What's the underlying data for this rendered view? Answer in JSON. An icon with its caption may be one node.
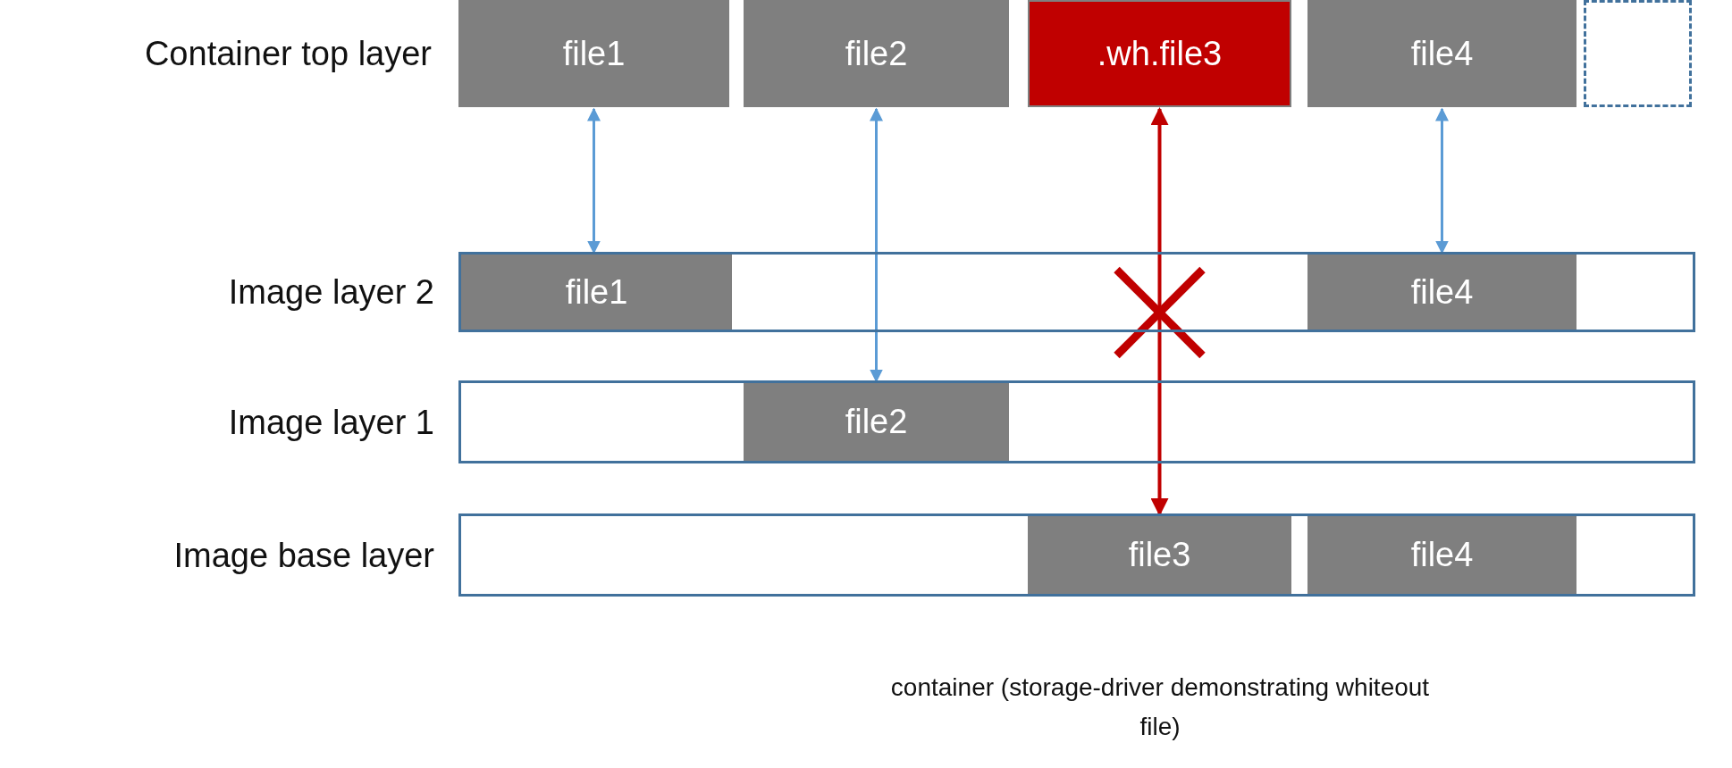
{
  "diagram": {
    "caption": "container (storage-driver demonstrating whiteout file)",
    "nodes": [
      {
        "text": [
          "Container top layer"
        ]
      },
      {
        "text": [
          "file1"
        ],
        "in": 0
      },
      {
        "text": [
          "file2"
        ],
        "in": 0
      },
      {
        "text": [
          ".wh.file3"
        ],
        "in": 0
      },
      {
        "text": [
          "file4"
        ],
        "in": 0
      },
      {
        "text": [],
        "shape": "box",
        "in": 0
      },
      {
        "text": [
          "Image layer 2"
        ]
      },
      {
        "text": [
          "file1"
        ],
        "in": 6
      },
      {
        "text": [
          "file4"
        ],
        "in": 6
      },
      {
        "text": [
          "Image layer 1"
        ]
      },
      {
        "text": [
          "file2"
        ],
        "in": 9
      },
      {
        "text": [
          "Image base layer"
        ]
      },
      {
        "text": [
          "file3"
        ],
        "in": 11
      },
      {
        "text": [
          "file4"
        ],
        "in": 11
      }
    ],
    "edges": [
      {
        "from": 1,
        "to": 7,
        "arrow": "both"
      },
      {
        "from": 2,
        "to": 10,
        "arrow": "both"
      },
      {
        "from": 3,
        "to": 12,
        "arrow": "both",
        "color": "#c00000"
      },
      {
        "from": 4,
        "to": 8,
        "arrow": "both"
      }
    ]
  }
}
